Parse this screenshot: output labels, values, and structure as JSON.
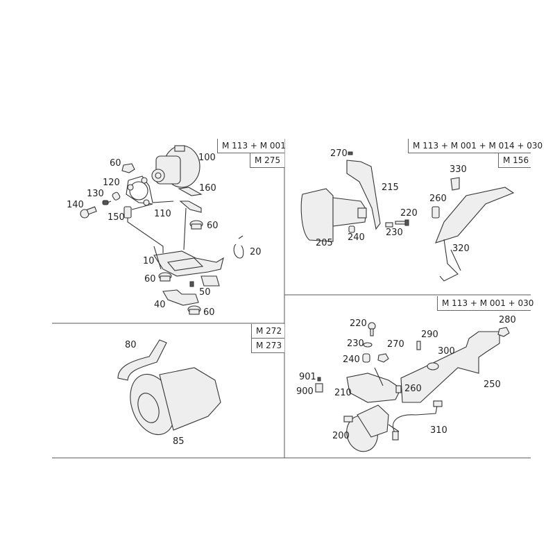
{
  "sections": {
    "top_left": {
      "headers": [
        "M 113 + M 001",
        "M 275"
      ],
      "callouts": [
        "60",
        "100",
        "120",
        "130",
        "140",
        "150",
        "110",
        "160",
        "60",
        "20",
        "10",
        "60",
        "50",
        "40",
        "60"
      ]
    },
    "top_right": {
      "headers": [
        "M 113 + M 001 + M 014 + 030",
        "M 156"
      ],
      "callouts": [
        "270",
        "215",
        "330",
        "260",
        "220",
        "230",
        "240",
        "205",
        "320"
      ]
    },
    "bottom_left": {
      "headers": [
        "M 272",
        "M 273"
      ],
      "callouts": [
        "80",
        "85"
      ]
    },
    "bottom_right": {
      "headers": [
        "M 113 + M 001 + 030"
      ],
      "callouts": [
        "220",
        "230",
        "270",
        "290",
        "300",
        "280",
        "240",
        "901",
        "900",
        "210",
        "260",
        "250",
        "200",
        "310"
      ]
    }
  }
}
